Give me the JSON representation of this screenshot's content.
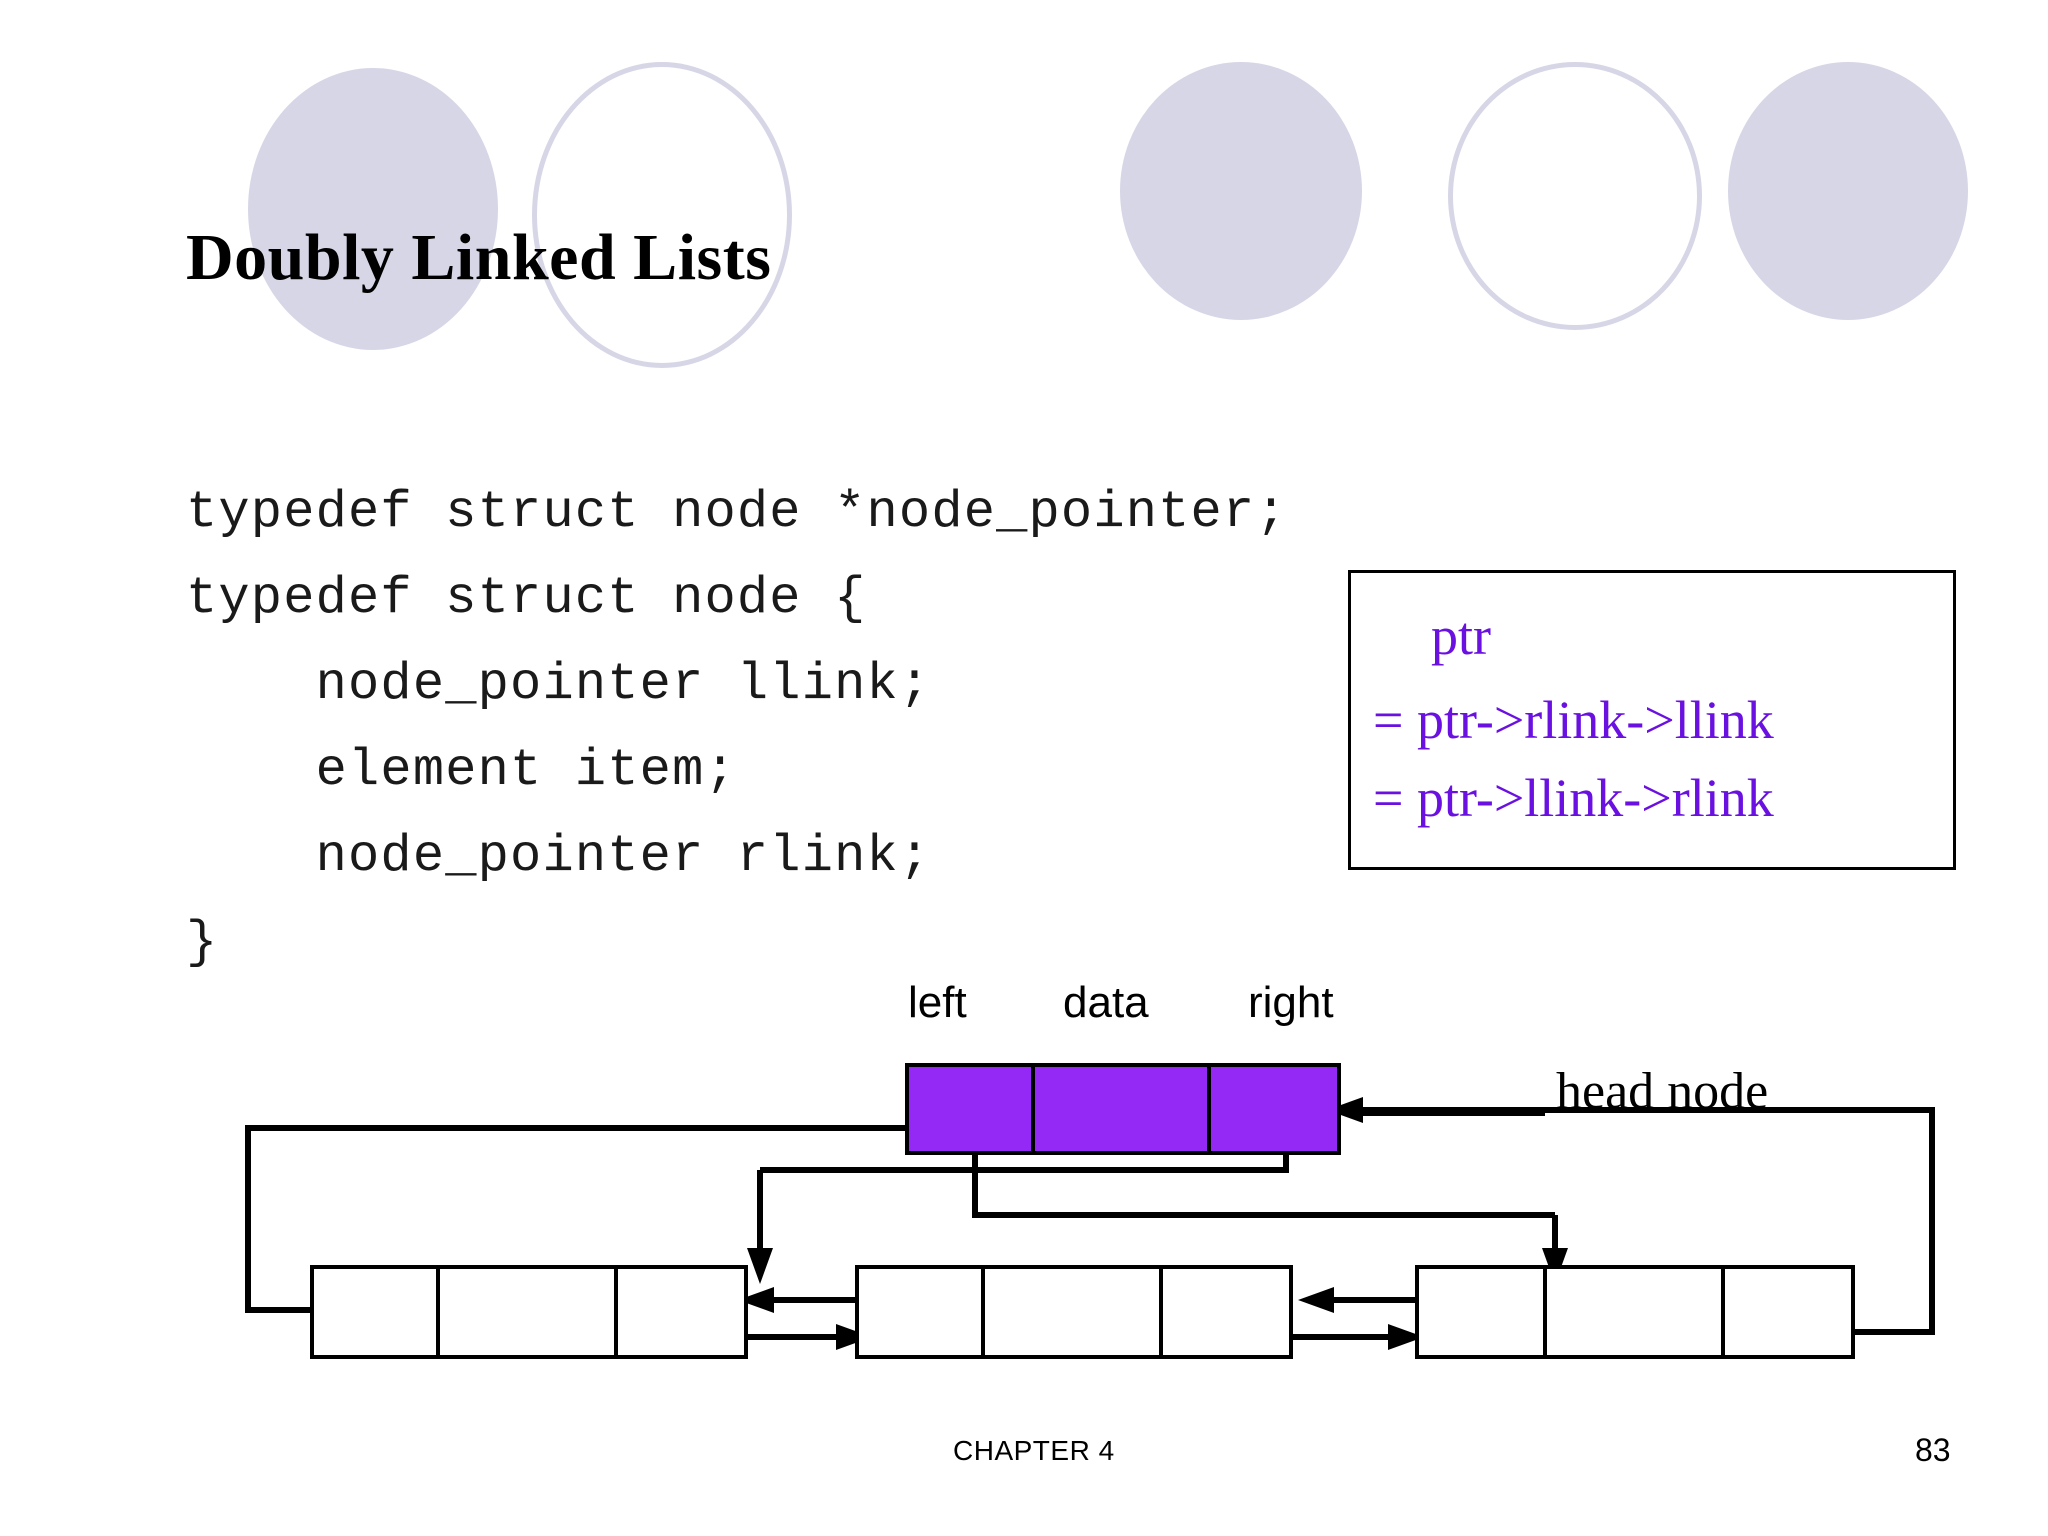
{
  "slide": {
    "title": "Doubly Linked Lists",
    "background_color": "#ffffff"
  },
  "decor": {
    "circle_fill_color": "#d6d6e7",
    "circle_outline_color": "#d6d6e7",
    "circles": [
      {
        "name": "circle-1",
        "style": "filled"
      },
      {
        "name": "circle-2",
        "style": "outline"
      },
      {
        "name": "circle-3",
        "style": "filled"
      },
      {
        "name": "circle-4",
        "style": "outline"
      },
      {
        "name": "circle-5",
        "style": "filled"
      }
    ]
  },
  "code": {
    "language": "c",
    "text": "typedef struct node *node_pointer;\ntypedef struct node {\n    node_pointer llink;\n    element item;\n    node_pointer rlink;\n}",
    "lines": [
      "typedef struct node *node_pointer;",
      "typedef struct node {",
      "    node_pointer llink;",
      "    element item;",
      "    node_pointer rlink;",
      "}"
    ]
  },
  "callout": {
    "text_color": "#6a10e0",
    "border_color": "#000000",
    "line1": "ptr",
    "line2": "= ptr->rlink->llink",
    "line3": "= ptr->llink->rlink"
  },
  "diagram": {
    "field_labels": {
      "left": "left",
      "data": "data",
      "right": "right"
    },
    "head_node_label": "head node",
    "head_node_color": "#9429f5",
    "node_border_color": "#000000",
    "nodes": [
      {
        "name": "head-node",
        "cells": [
          "left",
          "data",
          "right"
        ],
        "filled": true
      },
      {
        "name": "list-node-1",
        "cells": [
          "left",
          "data",
          "right"
        ],
        "filled": false
      },
      {
        "name": "list-node-2",
        "cells": [
          "left",
          "data",
          "right"
        ],
        "filled": false
      },
      {
        "name": "list-node-3",
        "cells": [
          "left",
          "data",
          "right"
        ],
        "filled": false
      }
    ]
  },
  "footer": {
    "chapter": "CHAPTER 4",
    "page_number": "83"
  }
}
